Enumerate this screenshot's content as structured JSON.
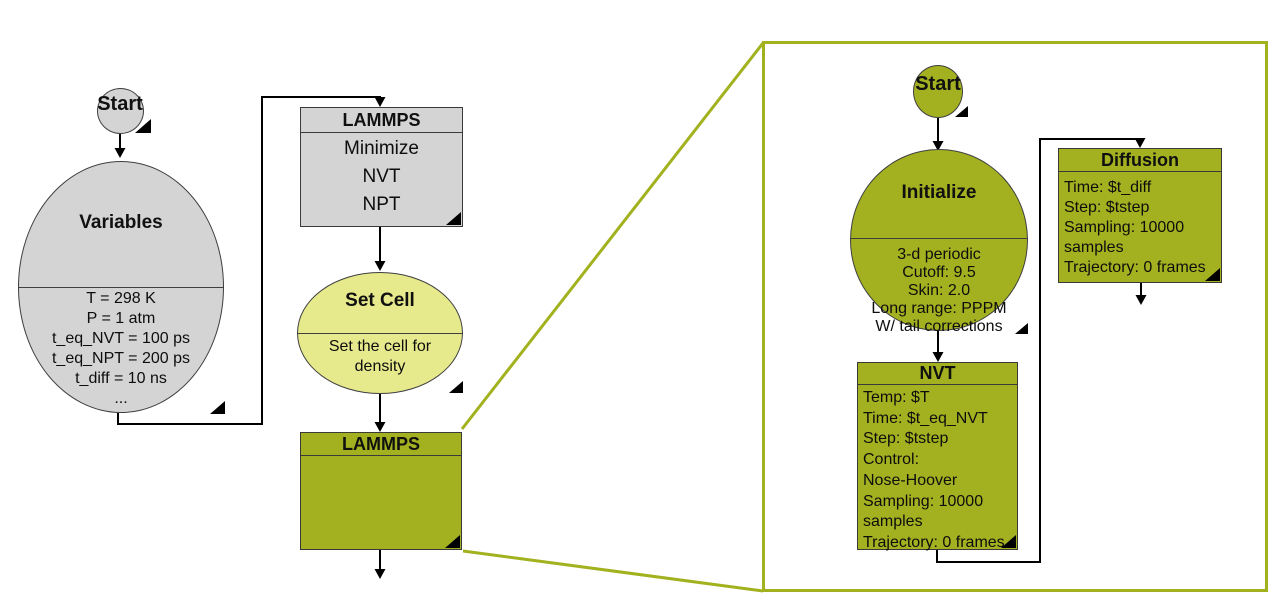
{
  "diagram": {
    "left_flow": {
      "start": {
        "label": "Start"
      },
      "variables": {
        "title": "Variables",
        "lines": [
          "T = 298 K",
          "P = 1 atm",
          "t_eq_NVT = 100 ps",
          "t_eq_NPT = 200 ps",
          "t_diff = 10 ns",
          "..."
        ]
      },
      "lammps_top": {
        "title": "LAMMPS",
        "lines": [
          "Minimize",
          "NVT",
          "NPT"
        ]
      },
      "set_cell": {
        "title": "Set Cell",
        "lines": [
          "Set the cell for",
          "density"
        ]
      },
      "lammps_bottom": {
        "title": "LAMMPS"
      }
    },
    "right_flow": {
      "start": {
        "label": "Start"
      },
      "initialize": {
        "title": "Initialize",
        "lines": [
          "3-d periodic",
          "Cutoff: 9.5",
          "Skin: 2.0",
          "Long range: PPPM",
          "W/ tail corrections"
        ]
      },
      "nvt": {
        "title": "NVT",
        "lines": [
          "Temp: $T",
          "Time: $t_eq_NVT",
          "Step: $tstep",
          "Control:",
          "Nose-Hoover",
          "Sampling: 10000",
          "samples",
          "Trajectory: 0 frames"
        ]
      },
      "diffusion": {
        "title": "Diffusion",
        "lines": [
          "Time: $t_diff",
          "Step: $tstep",
          "Sampling: 10000",
          "samples",
          "Trajectory: 0 frames"
        ]
      }
    },
    "colors": {
      "olive_fill": "#a3b120",
      "pale_green_fill": "#e6e98c",
      "gray_fill": "#d4d4d4",
      "outline": "#3a3a3a",
      "zoom_border": "#a2b11e",
      "connector": "#000000"
    }
  }
}
